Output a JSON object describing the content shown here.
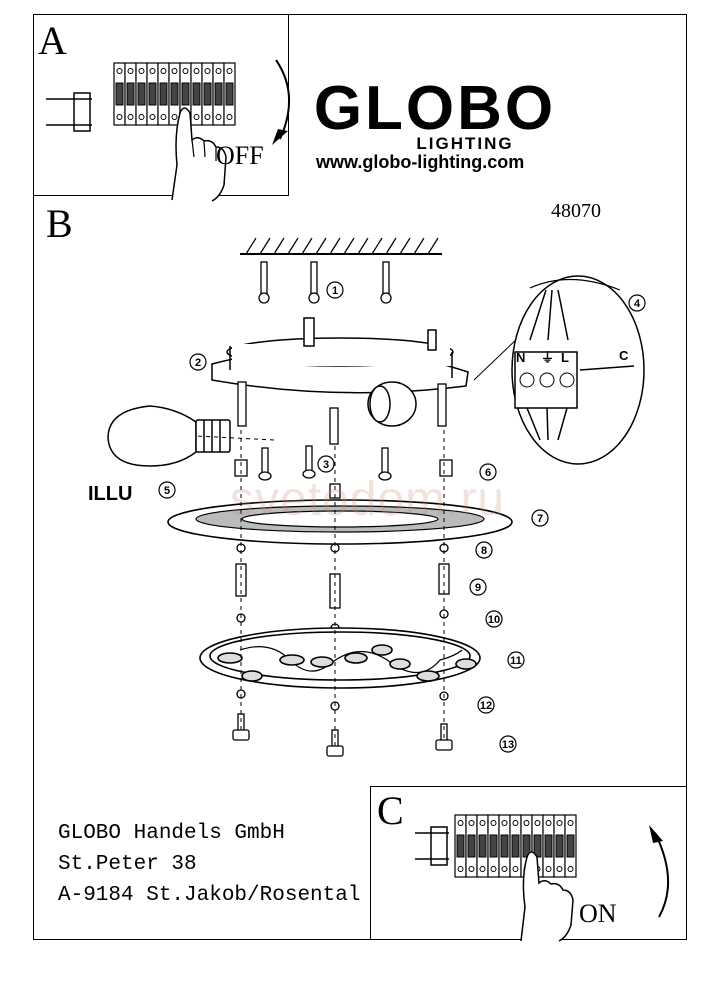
{
  "panel_a": {
    "letter": "A",
    "state": "OFF"
  },
  "panel_b": {
    "letter": "B",
    "model": "48070"
  },
  "panel_c": {
    "letter": "C",
    "state": "ON"
  },
  "brand": {
    "name": "GLOBO",
    "subtitle": "LIGHTING",
    "url": "www.globo-lighting.com"
  },
  "address": {
    "line1": "GLOBO Handels GmbH",
    "line2": "St.Peter 38",
    "line3": "A-9184 St.Jakob/Rosental"
  },
  "illu_label": "ILLU",
  "watermark": "svetodom.ru",
  "wiring": {
    "n": "N",
    "earth": "⏚",
    "l": "L",
    "c": "C"
  },
  "steps": [
    "1",
    "2",
    "3",
    "4",
    "5",
    "6",
    "7",
    "8",
    "9",
    "10",
    "11",
    "12",
    "13"
  ],
  "icons": [
    "hand-icon",
    "rotation-arrow-icon",
    "bulb-icon",
    "screw-icon",
    "breaker-icon"
  ]
}
